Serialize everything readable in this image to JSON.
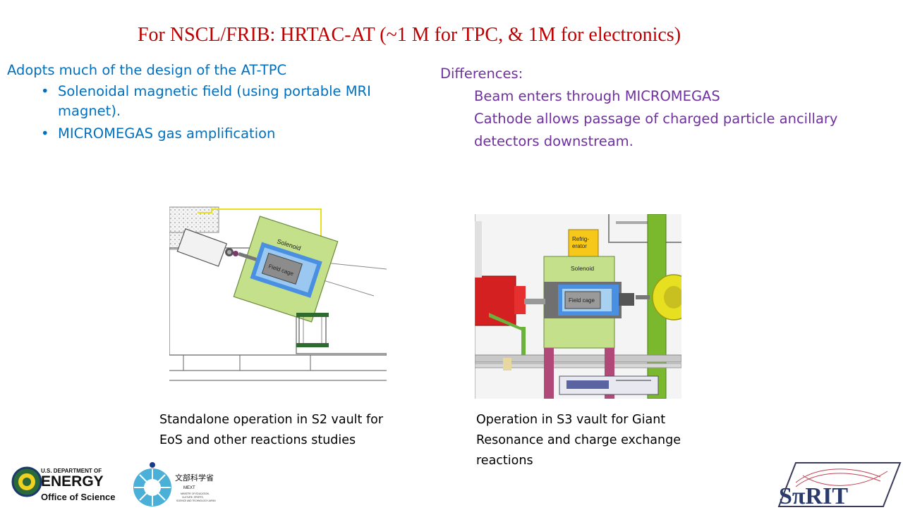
{
  "slide": {
    "title": "For NSCL/FRIB: HRTAC-AT (~1 M for TPC, & 1M for electronics)"
  },
  "left": {
    "heading": "Adopts much of the design of the AT-TPC",
    "bullets": [
      {
        "marker": "•",
        "text": "Solenoidal magnetic field (using portable MRI magnet)."
      },
      {
        "marker": "•",
        "text": "MICROMEGAS gas amplification"
      }
    ]
  },
  "right": {
    "heading": "Differences:",
    "items": [
      "Beam enters through MICROMEGAS",
      "Cathode allows passage of charged particle ancillary detectors downstream."
    ]
  },
  "figures": {
    "left": {
      "labels": {
        "solenoid": "Solenoid",
        "field_cage": "Field cage"
      },
      "caption_lines": [
        "Standalone operation in S2 vault for",
        "EoS and other reactions studies"
      ]
    },
    "right": {
      "labels": {
        "refrigerator_1": "Refrig-",
        "refrigerator_2": "erator",
        "solenoid": "Solenoid",
        "field_cage": "Field cage"
      },
      "caption_lines": [
        "Operation in S3 vault for Giant",
        "Resonance and charge exchange",
        "reactions"
      ]
    }
  },
  "logos": {
    "doe": {
      "line1": "U.S. DEPARTMENT OF",
      "line2": "ENERGY",
      "line3": "Office of Science"
    },
    "mext": {
      "kanji": "文部科学省",
      "name": "MEXT",
      "sub1": "MINISTRY OF EDUCATION,",
      "sub2": "CULTURE, SPORTS,",
      "sub3": "SCIENCE AND TECHNOLOGY-JAPAN"
    },
    "spirit": {
      "text": "SπRIT"
    }
  },
  "colors": {
    "title": "#c00000",
    "left_text": "#0070c0",
    "right_text": "#7030a0",
    "solenoid_fill": "#c4e08a",
    "field_cage_blue": "#4a90e2",
    "beamline_red": "#d42020",
    "support_green": "#7ab82e",
    "support_pillar": "#b04878",
    "magnet_yellow": "#e6e020",
    "refrigerator_yellow": "#f6c81a"
  }
}
